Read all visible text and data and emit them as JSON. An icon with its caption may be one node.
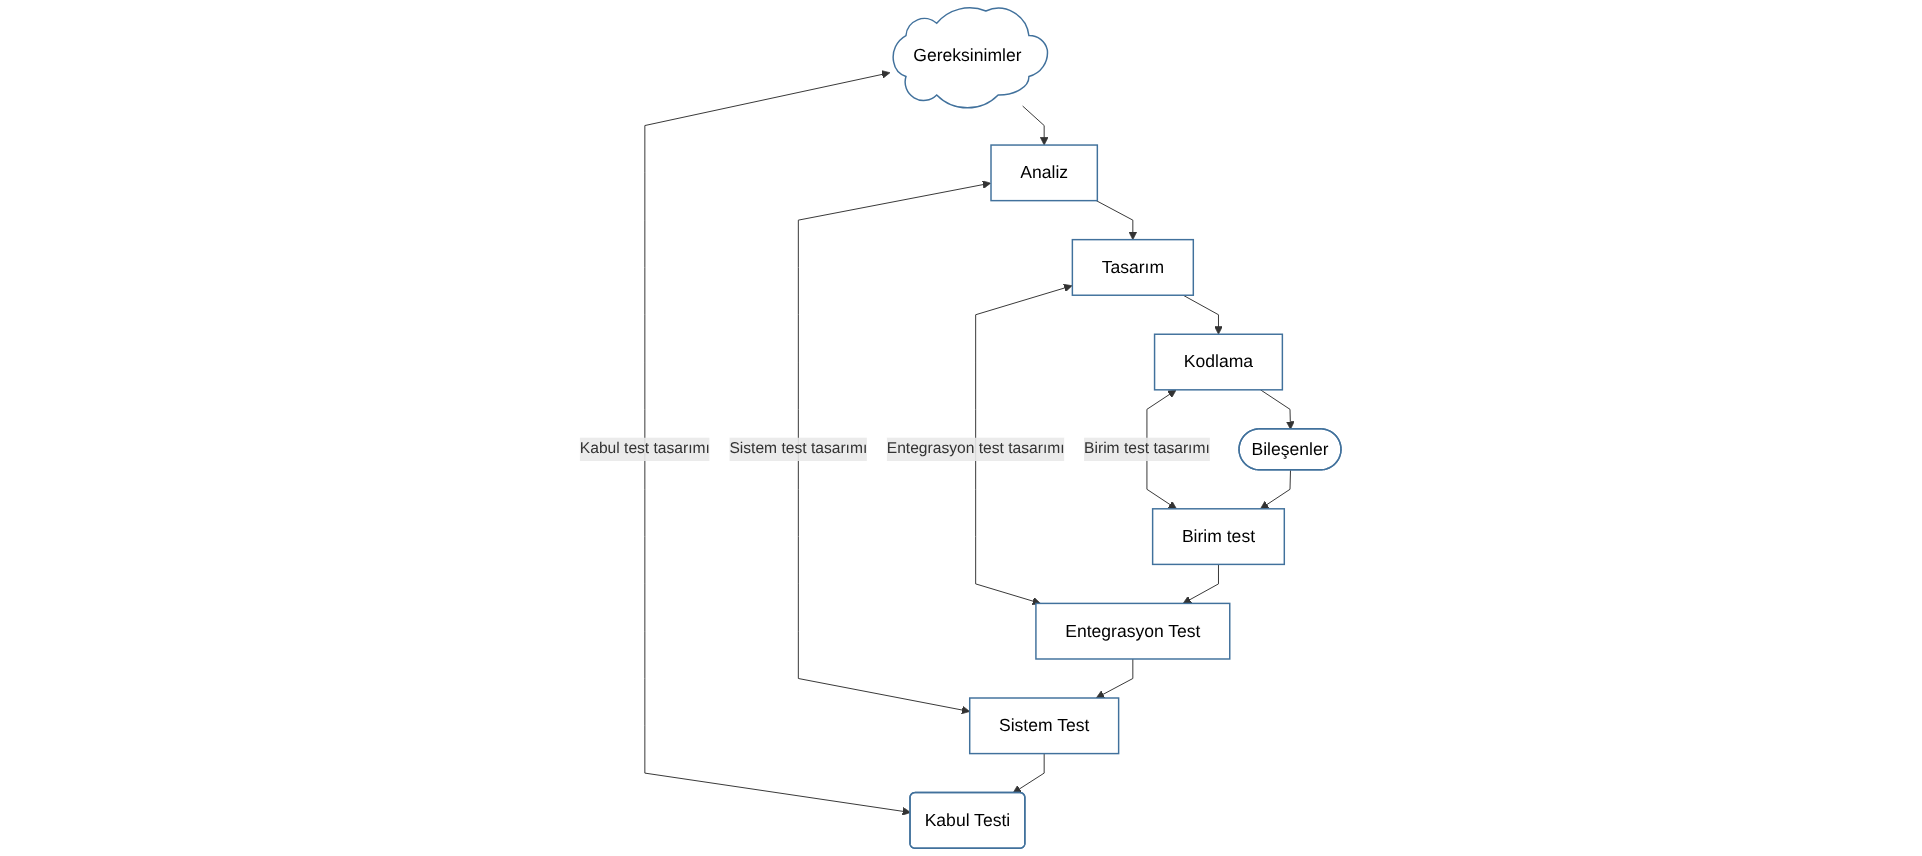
{
  "diagram": {
    "nodes": [
      {
        "text": [
          "Gereksinimler"
        ]
      },
      {
        "text": [
          "Kabul Testi"
        ]
      },
      {
        "text": [
          "Analiz"
        ]
      },
      {
        "text": [
          "Sistem Test"
        ]
      },
      {
        "text": [
          "Tasarım"
        ]
      },
      {
        "text": [
          "Entegrasyon Test"
        ]
      },
      {
        "text": [
          "Kodlama"
        ]
      },
      {
        "text": [
          "Birim test"
        ]
      },
      {
        "text": [
          "Bileşenler"
        ]
      }
    ],
    "edges": [
      {
        "from": 0,
        "to": 1,
        "arrow": "both",
        "label": "Kabul test tasarımı"
      },
      {
        "from": 0,
        "to": 2,
        "arrow": "to"
      },
      {
        "from": 2,
        "to": 3,
        "arrow": "both",
        "label": "Sistem test tasarımı"
      },
      {
        "from": 2,
        "to": 4,
        "arrow": "to"
      },
      {
        "from": 4,
        "to": 5,
        "arrow": "both",
        "label": "Entegrasyon test tasarımı"
      },
      {
        "from": 4,
        "to": 6,
        "arrow": "to"
      },
      {
        "from": 6,
        "to": 7,
        "arrow": "both",
        "label": "Birim test tasarımı"
      },
      {
        "from": 6,
        "to": 8,
        "arrow": "to"
      },
      {
        "from": 8,
        "to": 7,
        "arrow": "to"
      },
      {
        "from": 7,
        "to": 5,
        "arrow": "to"
      },
      {
        "from": 5,
        "to": 3,
        "arrow": "to"
      },
      {
        "from": 3,
        "to": 1,
        "arrow": "to"
      }
    ]
  }
}
